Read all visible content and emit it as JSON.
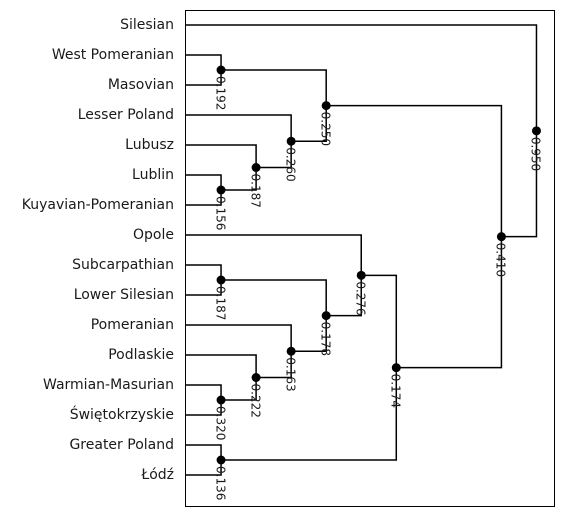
{
  "chart_data": {
    "type": "dendrogram",
    "leaves": [
      "Silesian",
      "West Pomeranian",
      "Masovian",
      "Lesser Poland",
      "Lubusz",
      "Lublin",
      "Kuyavian-Pomeranian",
      "Opole",
      "Subcarpathian",
      "Lower Silesian",
      "Pomeranian",
      "Podlaskie",
      "Warmian-Masurian",
      "Świętokrzyskie",
      "Greater Poland",
      "Łódź"
    ],
    "merges": [
      {
        "id": "n1",
        "children": [
          "West Pomeranian",
          "Masovian"
        ],
        "level": 1,
        "label": "0.192"
      },
      {
        "id": "n2",
        "children": [
          "Lublin",
          "Kuyavian-Pomeranian"
        ],
        "level": 1,
        "label": "0.156"
      },
      {
        "id": "n3",
        "children": [
          "Lubusz",
          "n2"
        ],
        "level": 2,
        "label": "0.187"
      },
      {
        "id": "n4",
        "children": [
          "Lesser Poland",
          "n3"
        ],
        "level": 3,
        "label": "0.260"
      },
      {
        "id": "n5",
        "children": [
          "n1",
          "n4"
        ],
        "level": 4,
        "label": "0.250"
      },
      {
        "id": "n6",
        "children": [
          "Subcarpathian",
          "Lower Silesian"
        ],
        "level": 1,
        "label": "0.187"
      },
      {
        "id": "n7",
        "children": [
          "Warmian-Masurian",
          "Świętokrzyskie"
        ],
        "level": 1,
        "label": "0.320"
      },
      {
        "id": "n8",
        "children": [
          "Podlaskie",
          "n7"
        ],
        "level": 2,
        "label": "0.222"
      },
      {
        "id": "n9",
        "children": [
          "Pomeranian",
          "n8"
        ],
        "level": 3,
        "label": "0.163"
      },
      {
        "id": "n10",
        "children": [
          "n6",
          "n9"
        ],
        "level": 4,
        "label": "0.178"
      },
      {
        "id": "n11",
        "children": [
          "Opole",
          "n10"
        ],
        "level": 5,
        "label": "0.276"
      },
      {
        "id": "n12",
        "children": [
          "Greater Poland",
          "Łódź"
        ],
        "level": 1,
        "label": "0.136"
      },
      {
        "id": "n13",
        "children": [
          "n11",
          "n12"
        ],
        "level": 6,
        "label": "0.174"
      },
      {
        "id": "n14",
        "children": [
          "n5",
          "n13"
        ],
        "level": 9,
        "label": "0.410"
      },
      {
        "id": "n15",
        "children": [
          "Silesian",
          "n14"
        ],
        "level": 10,
        "label": "0.950"
      }
    ],
    "xlim": [
      0,
      10.5
    ],
    "orientation": "leaves-left",
    "grid": false
  }
}
